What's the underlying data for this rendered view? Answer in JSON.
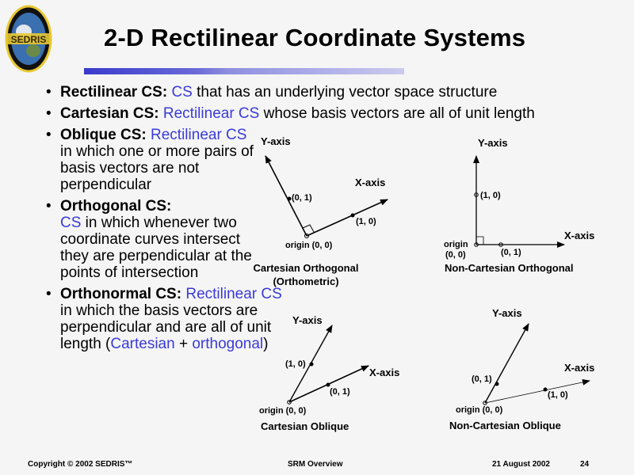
{
  "logo_text": "SEDRIS",
  "title": "2-D Rectilinear Coordinate Systems",
  "bullets": [
    {
      "term": "Rectilinear CS:",
      "parts": [
        {
          "t": "CS",
          "blue": true
        },
        {
          "t": " that has an underlying vector space structure",
          "blue": false
        }
      ]
    },
    {
      "term": "Cartesian CS:",
      "parts": [
        {
          "t": "Rectilinear CS",
          "blue": true
        },
        {
          "t": " whose basis vectors are all of unit length",
          "blue": false
        }
      ]
    },
    {
      "term": "Oblique CS:",
      "parts": [
        {
          "t": "Rectilinear CS",
          "blue": true
        },
        {
          "t": " in which one or more pairs of basis vectors are not perpendicular",
          "blue": false
        }
      ]
    },
    {
      "term": "Orthogonal CS:",
      "parts": [
        {
          "t": "CS",
          "blue": true
        },
        {
          "t": " in which whenever two coordinate curves intersect they are perpendicular at the points of intersection",
          "blue": false
        }
      ]
    },
    {
      "term": "Orthonormal CS:",
      "parts": [
        {
          "t": "Rectilinear CS",
          "blue": true
        },
        {
          "t": " in which the basis vectors are perpendicular and are all of unit length (",
          "blue": false
        },
        {
          "t": "Cartesian",
          "blue": true
        },
        {
          "t": " + ",
          "blue": false
        },
        {
          "t": "orthogonal",
          "blue": true
        },
        {
          "t": ")",
          "blue": false
        }
      ]
    }
  ],
  "diagrams": [
    {
      "caption": "Cartesian Orthogonal",
      "caption2": "(Orthometric)",
      "y_label": "Y-axis",
      "x_label": "X-axis",
      "p1": "(0, 1)",
      "p2": "(1, 0)",
      "origin": "origin (0, 0)"
    },
    {
      "caption": "Non-Cartesian Orthogonal",
      "y_label": "Y-axis",
      "x_label": "X-axis",
      "p1": "(1, 0)",
      "p2": "(0, 1)",
      "origin": "origin",
      "origin2": "(0, 0)"
    },
    {
      "caption": "Cartesian Oblique",
      "y_label": "Y-axis",
      "x_label": "X-axis",
      "p1": "(1, 0)",
      "p2": "(0, 1)",
      "origin": "origin (0, 0)"
    },
    {
      "caption": "Non-Cartesian Oblique",
      "y_label": "Y-axis",
      "x_label": "X-axis",
      "p1": "(0, 1)",
      "p2": "(1, 0)",
      "origin": "origin (0, 0)"
    }
  ],
  "footer": {
    "copyright": "Copyright © 2002 SEDRIS™",
    "center": "SRM Overview",
    "date": "21 August 2002",
    "page": "24"
  }
}
